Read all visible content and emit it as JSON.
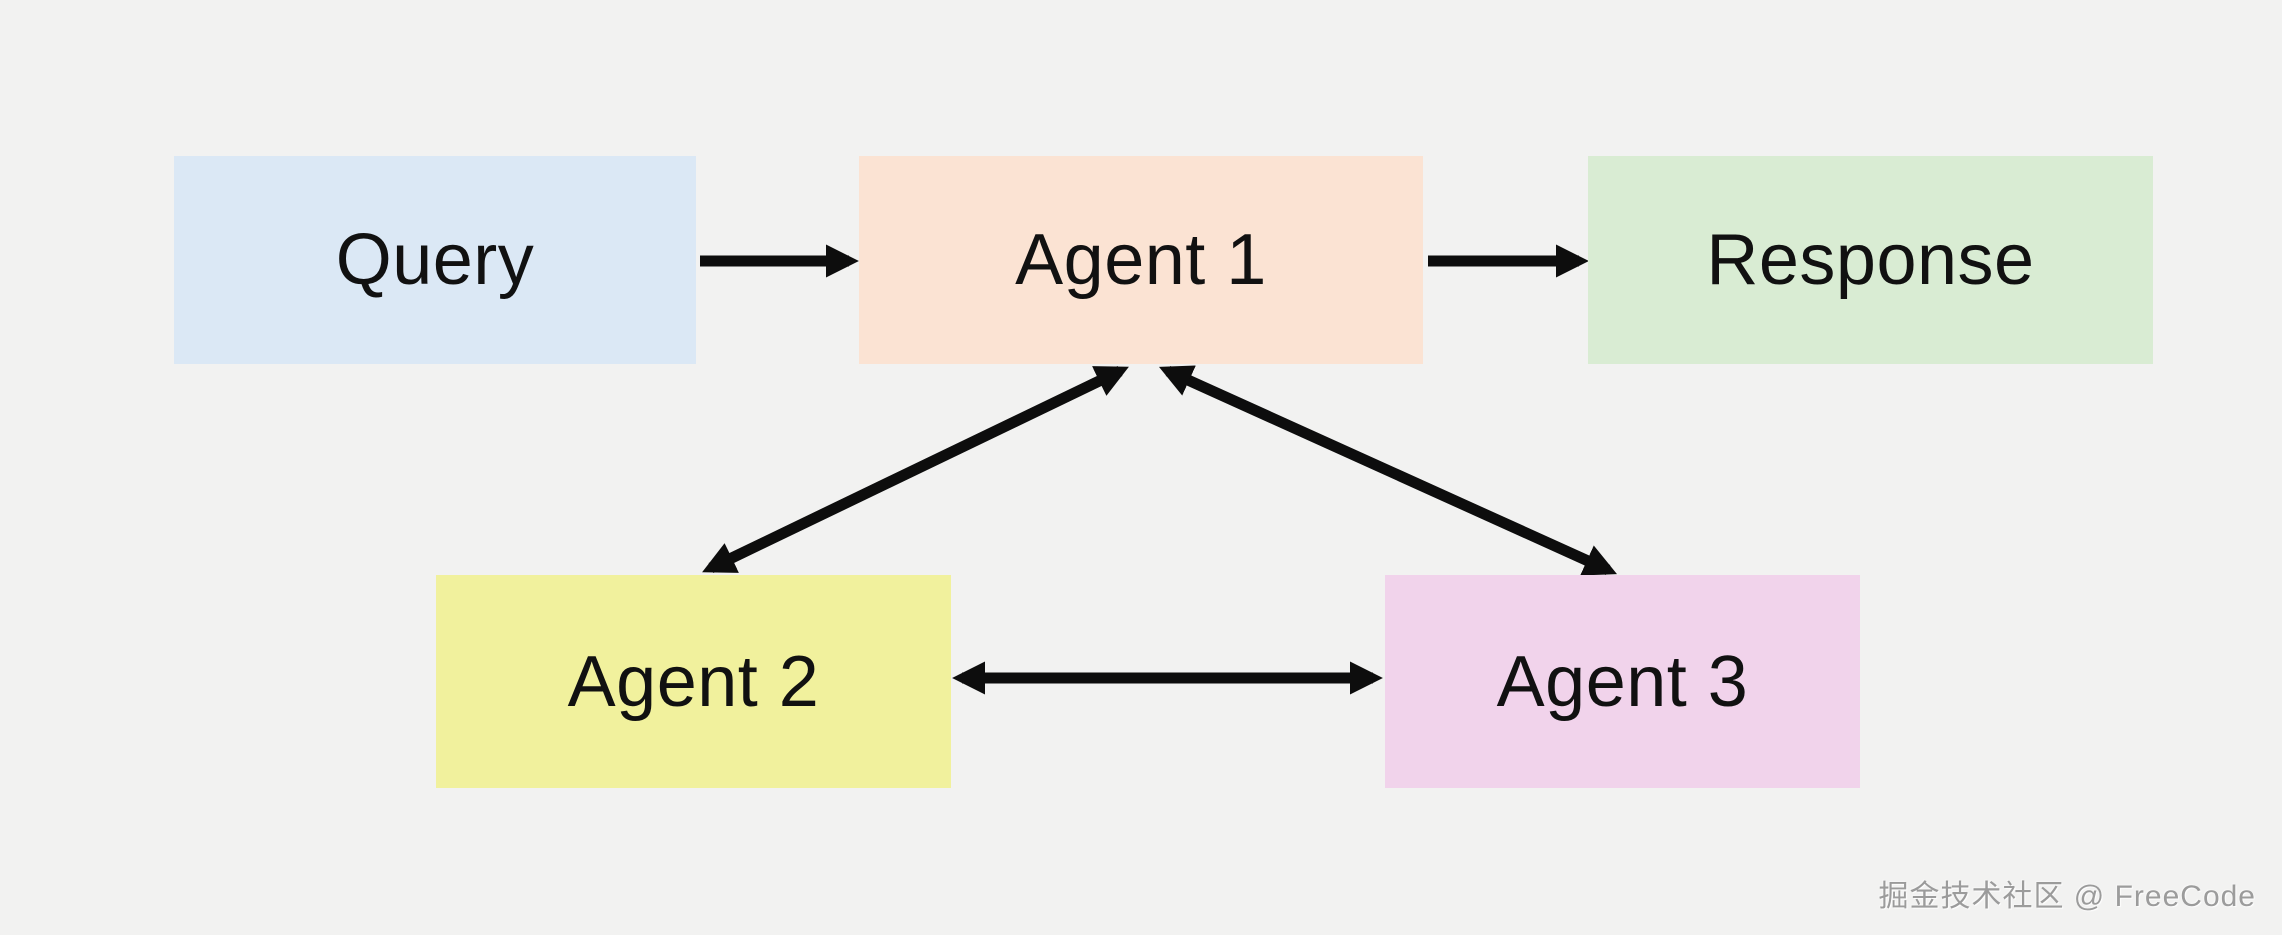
{
  "page": {
    "background_color": "#f2f2f1",
    "text_color": "#111111",
    "arrow_color": "#0d0d0d"
  },
  "diagram": {
    "type": "flowchart",
    "nodes": [
      {
        "id": "query",
        "label": "Query",
        "fill": "#dbe8f5",
        "row": "top"
      },
      {
        "id": "agent1",
        "label": "Agent 1",
        "fill": "#fbe3d3",
        "row": "top"
      },
      {
        "id": "response",
        "label": "Response",
        "fill": "#d9ecd3",
        "row": "top"
      },
      {
        "id": "agent2",
        "label": "Agent 2",
        "fill": "#f1f19d",
        "row": "bottom"
      },
      {
        "id": "agent3",
        "label": "Agent 3",
        "fill": "#f1d3eb",
        "row": "bottom"
      }
    ],
    "edges": [
      {
        "from": "query",
        "to": "agent1",
        "direction": "one-way"
      },
      {
        "from": "agent1",
        "to": "response",
        "direction": "one-way"
      },
      {
        "from": "agent1",
        "to": "agent2",
        "direction": "two-way"
      },
      {
        "from": "agent1",
        "to": "agent3",
        "direction": "two-way"
      },
      {
        "from": "agent2",
        "to": "agent3",
        "direction": "two-way"
      }
    ]
  },
  "watermark": {
    "text": "掘金技术社区 @ FreeCode",
    "color": "#808080"
  }
}
